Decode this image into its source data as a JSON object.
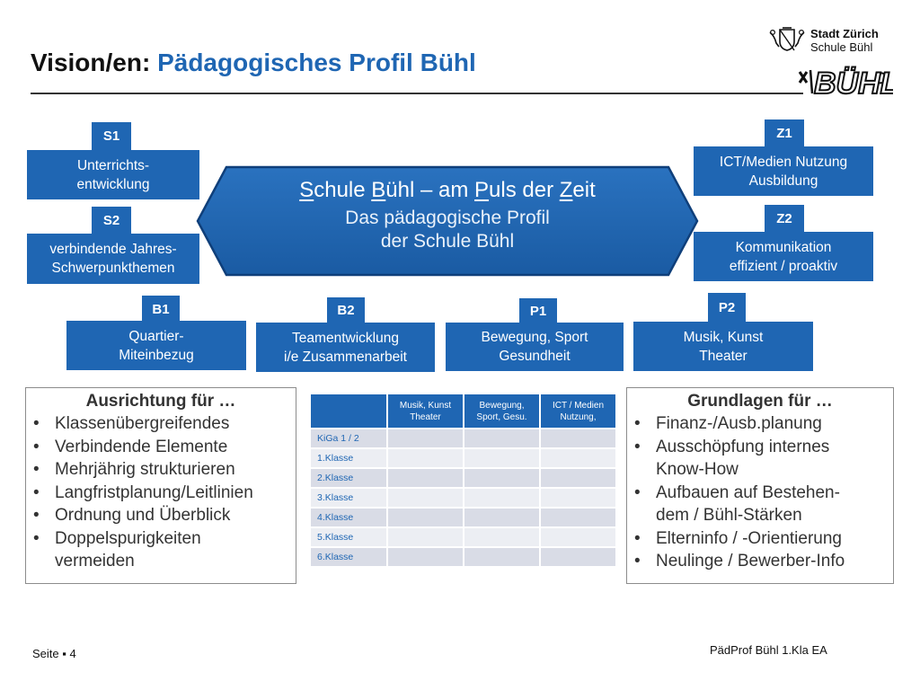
{
  "header": {
    "title_prefix": "Vision/en:",
    "title_main": "Pädagogisches Profil Bühl"
  },
  "logo": {
    "city": "Stadt Zürich",
    "school": "Schule Bühl",
    "wordmark": "BÜHL"
  },
  "center": {
    "title_parts": [
      "S",
      "chule ",
      "B",
      "ühl – am ",
      "P",
      "uls der ",
      "Z",
      "eit"
    ],
    "subtitle_line1": "Das pädagogische Profil",
    "subtitle_line2": "der Schule Bühl"
  },
  "items": {
    "s1": {
      "tag": "S1",
      "line1": "Unterrichts-",
      "line2": "entwicklung"
    },
    "s2": {
      "tag": "S2",
      "line1": "verbindende Jahres-",
      "line2": "Schwerpunkthemen"
    },
    "z1": {
      "tag": "Z1",
      "line1": "ICT/Medien Nutzung",
      "line2": "Ausbildung"
    },
    "z2": {
      "tag": "Z2",
      "line1": "Kommunikation",
      "line2": "effizient / proaktiv"
    },
    "b1": {
      "tag": "B1",
      "line1": "Quartier-",
      "line2": "Miteinbezug"
    },
    "b2": {
      "tag": "B2",
      "line1": "Teamentwicklung",
      "line2": "i/e Zusammenarbeit"
    },
    "p1": {
      "tag": "P1",
      "line1": "Bewegung, Sport",
      "line2": "Gesundheit"
    },
    "p2": {
      "tag": "P2",
      "line1": "Musik, Kunst",
      "line2": "Theater"
    }
  },
  "left_panel": {
    "heading": "Ausrichtung für …",
    "bullets": [
      "Klassenübergreifendes",
      "Verbindende Elemente",
      "Mehrjährig strukturieren",
      "Langfristplanung/Leitlinien",
      "Ordnung und Überblick",
      "Doppelspurigkeiten vermeiden"
    ]
  },
  "right_panel": {
    "heading": "Grundlagen für …",
    "bullets": [
      "Finanz-/Ausb.planung",
      "Ausschöpfung internes Know-How",
      "Aufbauen auf Bestehen-dem / Bühl-Stärken",
      "Elterninfo / -Orientierung",
      "Neulinge / Bewerber-Info"
    ]
  },
  "table": {
    "columns": [
      {
        "line1": "Musik, Kunst",
        "line2": "Theater"
      },
      {
        "line1": "Bewegung,",
        "line2": "Sport, Gesu."
      },
      {
        "line1": "ICT / Medien",
        "line2": "Nutzung,"
      }
    ],
    "rows": [
      "KiGa 1 / 2",
      "1.Klasse",
      "2.Klasse",
      "3.Klasse",
      "4.Klasse",
      "5.Klasse",
      "6.Klasse"
    ]
  },
  "footer": {
    "page_label": "Seite ▪ 4",
    "doc_ref": "PädProf Bühl 1.Kla EA"
  },
  "colors": {
    "accent": "#1f66b3",
    "hex_fill": "#1f66b3",
    "hex_border": "#0f3f7a"
  }
}
